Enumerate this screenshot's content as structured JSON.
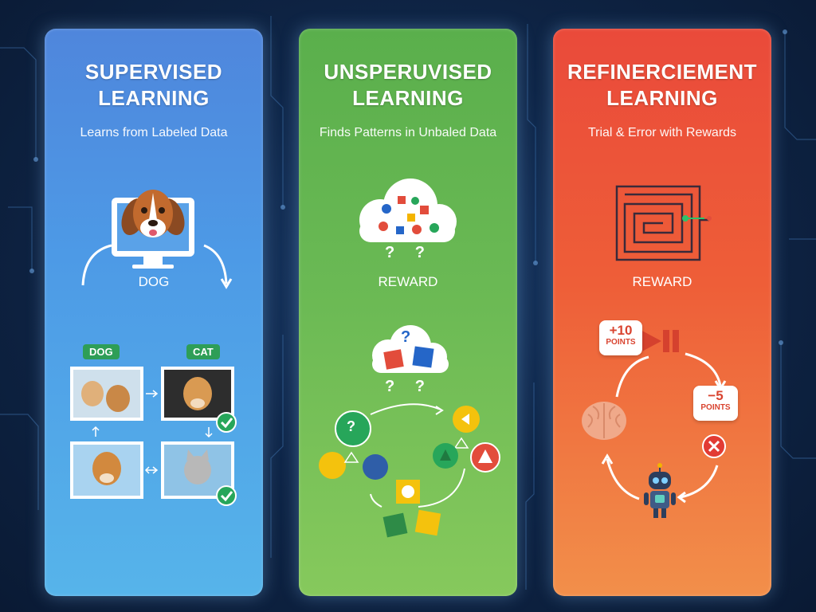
{
  "panels": [
    {
      "title_line1": "SUPERVISED",
      "title_line2": "LEARNING",
      "subtitle": "Learns from Labeled Data",
      "center_label": "DOG",
      "tags": [
        "DOG",
        "CAT"
      ],
      "color": "#4d9ae6"
    },
    {
      "title_line1": "UNSPERUVISED",
      "title_line2": "LEARNING",
      "subtitle": "Finds Patterns in Unbaled Data",
      "center_label": "REWARD",
      "question_marks": "? ?",
      "question_mark": "?",
      "color": "#6ab954"
    },
    {
      "title_line1": "REFINERCIEMENT",
      "title_line2": "LEARNING",
      "subtitle": "Trial & Error with Rewards",
      "center_label": "REWARD",
      "reward_positive": "+10",
      "penalty": "−5",
      "points_label": "POINTS",
      "color": "#ee5e38"
    }
  ],
  "icons": [
    "dog-monitor-icon",
    "cloud-icon",
    "maze-icon",
    "brain-icon",
    "robot-icon",
    "check-icon",
    "cross-icon"
  ]
}
